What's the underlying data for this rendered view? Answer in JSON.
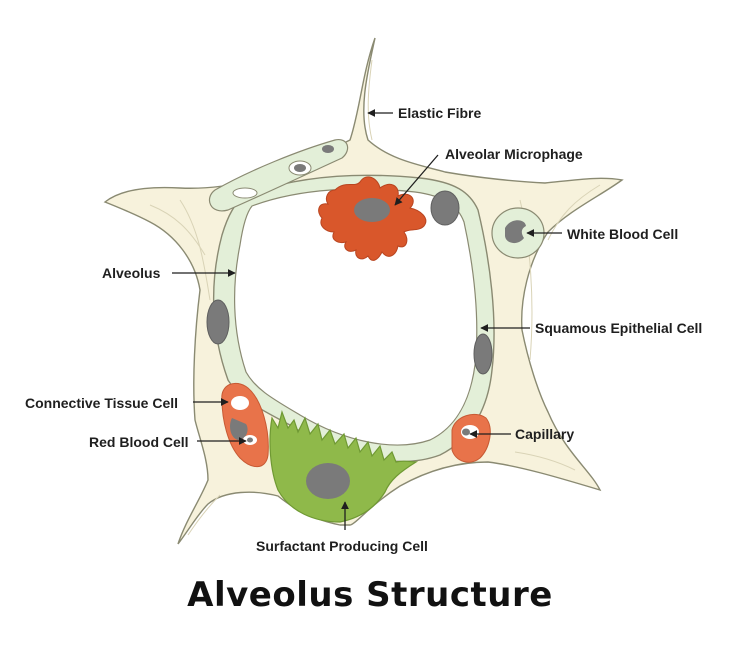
{
  "title": "Alveolus Structure",
  "labels": {
    "elastic_fibre": "Elastic Fibre",
    "alveolar_microphage": "Alveolar Microphage",
    "white_blood_cell": "White Blood Cell",
    "alveolus": "Alveolus",
    "squamous_epithelial_cell": "Squamous Epithelial Cell",
    "connective_tissue_cell": "Connective Tissue Cell",
    "capillary": "Capillary",
    "red_blood_cell": "Red Blood Cell",
    "surfactant_producing_cell": "Surfactant Producing Cell"
  },
  "colors": {
    "tissue": "#f7f2dc",
    "tissue_outline": "#8a8a72",
    "epithelium": "#e3efd8",
    "nucleus": "#7a7a7a",
    "macrophage": "#d9572b",
    "capillary": "#e8734a",
    "surfactant_cell": "#8fb94a"
  }
}
